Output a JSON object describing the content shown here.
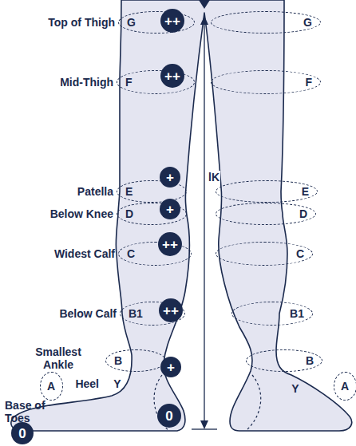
{
  "diagram": {
    "nodes": [
      {
        "text": [
          "G"
        ]
      },
      {
        "text": [
          "++"
        ]
      },
      {
        "text": [
          "G"
        ]
      },
      {
        "text": [
          "F"
        ]
      },
      {
        "text": [
          "++"
        ]
      },
      {
        "text": [
          "F"
        ]
      },
      {
        "text": [
          "E"
        ]
      },
      {
        "text": [
          "+"
        ]
      },
      {
        "text": [
          "E"
        ]
      },
      {
        "text": [
          "D"
        ]
      },
      {
        "text": [
          "+"
        ]
      },
      {
        "text": [
          "D"
        ]
      },
      {
        "text": [
          "C"
        ]
      },
      {
        "text": [
          "++"
        ]
      },
      {
        "text": [
          "C"
        ]
      },
      {
        "text": [
          "B1"
        ]
      },
      {
        "text": [
          "++"
        ]
      },
      {
        "text": [
          "B1"
        ]
      },
      {
        "text": [
          "B"
        ]
      },
      {
        "text": [
          "+"
        ]
      },
      {
        "text": [
          "B"
        ]
      },
      {
        "text": [
          "A"
        ]
      },
      {
        "text": [
          "A"
        ]
      },
      {
        "text": [
          "0"
        ]
      },
      {
        "text": [
          "0"
        ]
      }
    ],
    "labels": [
      "Top of Thigh",
      "Mid-Thigh",
      "Patella",
      "Below Knee",
      "Widest Calf",
      "Below Calf",
      "Smallest Ankle",
      "Heel",
      "Y",
      "Y",
      "Base of Toes",
      "lK"
    ]
  }
}
